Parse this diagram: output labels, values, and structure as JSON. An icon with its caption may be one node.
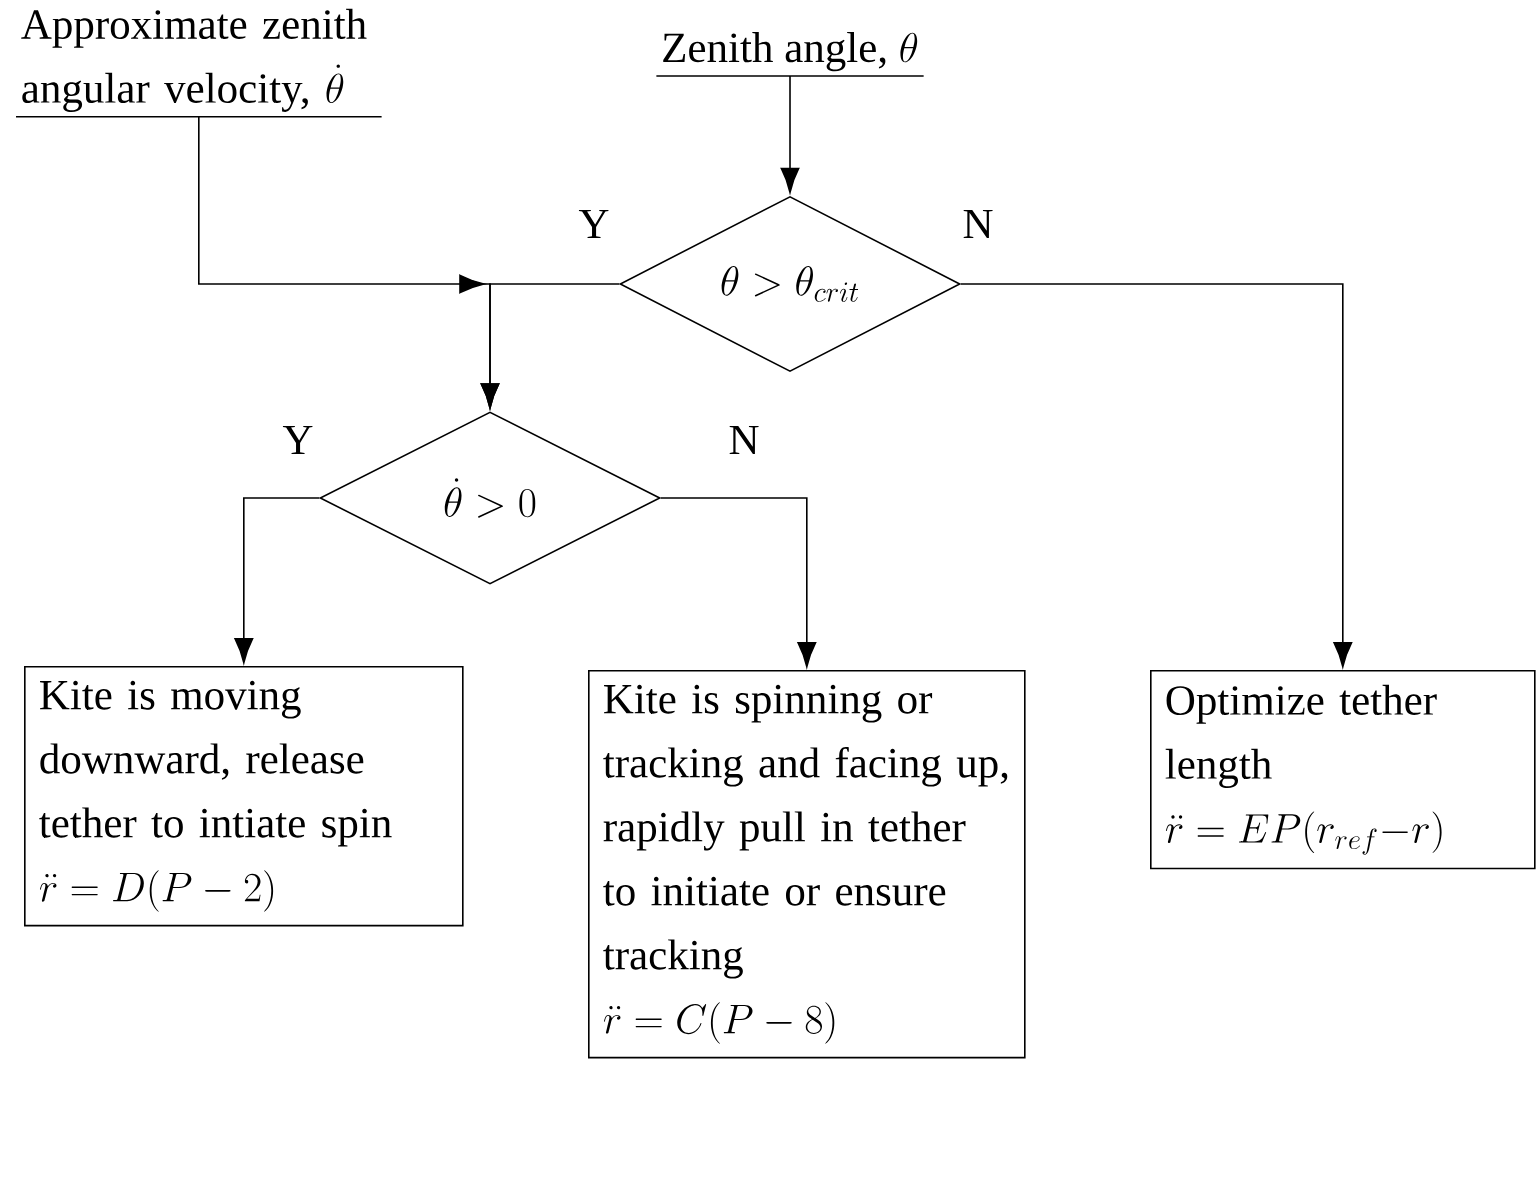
{
  "diagram": {
    "nodes": [
      {
        "text": [
          "Approximate zenith angular velocity,",
          "\\dot{\\theta}"
        ]
      },
      {
        "text": [
          "Zenith angle,",
          "\\theta"
        ]
      },
      {
        "text": [
          "\\theta > \\theta_{crit}"
        ]
      },
      {
        "text": [
          "\\dot{\\theta} > 0"
        ]
      },
      {
        "text": [
          "Kite is moving downward, release tether to intiate spin",
          "\\ddot{r} = D(P-2)"
        ]
      },
      {
        "text": [
          "Kite is spinning or tracking and facing up, rapidly pull in tether to initiate or ensure tracking",
          "\\ddot{r} = C(P-8)"
        ]
      },
      {
        "text": [
          "Optimize tether length",
          "\\ddot{r} = EP(r_{ref}{-}r)"
        ]
      }
    ],
    "edges": [
      {
        "from": 0,
        "to": 3,
        "arrow": "to"
      },
      {
        "from": 1,
        "to": 2,
        "arrow": "to"
      },
      {
        "from": 2,
        "to": 3,
        "arrow": "to",
        "label": "Y"
      },
      {
        "from": 2,
        "to": 6,
        "arrow": "to",
        "label": "N"
      },
      {
        "from": 3,
        "to": 4,
        "arrow": "to",
        "label": "Y"
      },
      {
        "from": 3,
        "to": 5,
        "arrow": "to",
        "label": "N"
      }
    ]
  }
}
